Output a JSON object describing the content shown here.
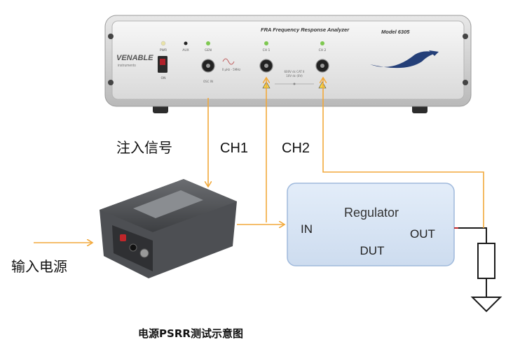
{
  "analyzer": {
    "brand": "VENABLE",
    "brand_sub": "instruments",
    "model": "Model 6305",
    "title": "FRA  Frequency Response Analyzer",
    "indicators": [
      "PWR",
      "AUX",
      "GEN",
      "CH 1",
      "CH 2"
    ],
    "gen_range": "0 µHz - 5MHz",
    "power_switch_label": "ON",
    "osc_label": "OSC IN",
    "ch_note": "600V dc CAT II\n10V dc (0V)",
    "ch_note_line1": "600V dc CAT II",
    "ch_note_line2": "10V dc (0V)"
  },
  "labels": {
    "injection": "注入信号",
    "ch1": "CH1",
    "ch2": "CH2",
    "input_power": "输入电源",
    "caption": "电源PSRR测试示意图"
  },
  "regulator": {
    "title": "Regulator",
    "in_label": "IN",
    "out_label": "OUT",
    "dut_label": "DUT"
  },
  "colors": {
    "arrow": "#f2a93b",
    "regulator_fill": "#dbe7f6",
    "regulator_border": "#9fb9dc",
    "load_line": "#1a1a1a"
  }
}
